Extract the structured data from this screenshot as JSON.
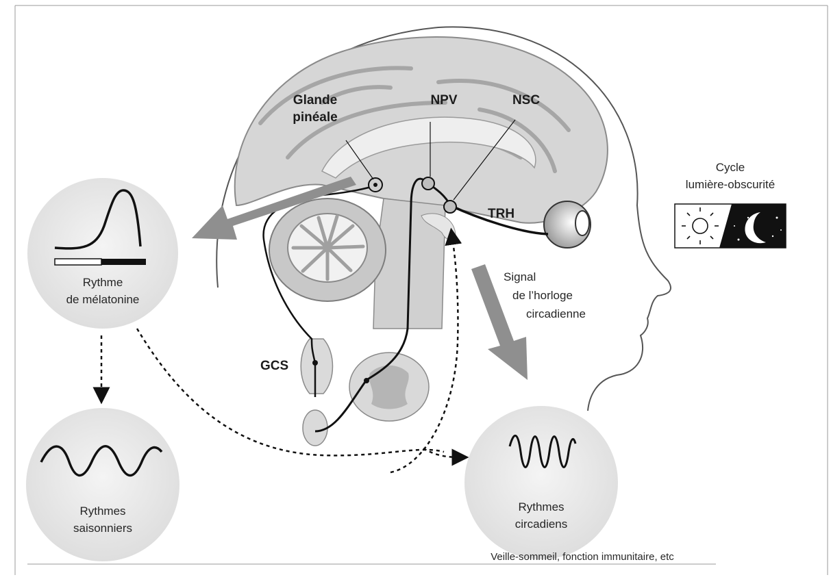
{
  "labels": {
    "pineal_line1": "Glande",
    "pineal_line2": "pinéale",
    "npv": "NPV",
    "nsc": "NSC",
    "trh": "TRH",
    "gcs": "GCS",
    "cycle_line1": "Cycle",
    "cycle_line2": "lumière-obscurité",
    "signal_line1": "Signal",
    "signal_line2": "de l’horloge",
    "signal_line3": "circadienne",
    "melatonin_line1": "Rythme",
    "melatonin_line2": "de mélatonine",
    "seasonal_line1": "Rythmes",
    "seasonal_line2": "saisonniers",
    "circadian_line1": "Rythmes",
    "circadian_line2": "circadiens",
    "caption": "Veille-sommeil, fonction immunitaire, etc"
  },
  "icons": [
    "sun-icon",
    "moon-icon",
    "eye-icon",
    "stars-icon"
  ],
  "colors": {
    "circle_fill": "#ececec",
    "brain_fill": "#d9d9d9",
    "arrow_grey": "#8c8c8c",
    "line_dark": "#111111"
  }
}
